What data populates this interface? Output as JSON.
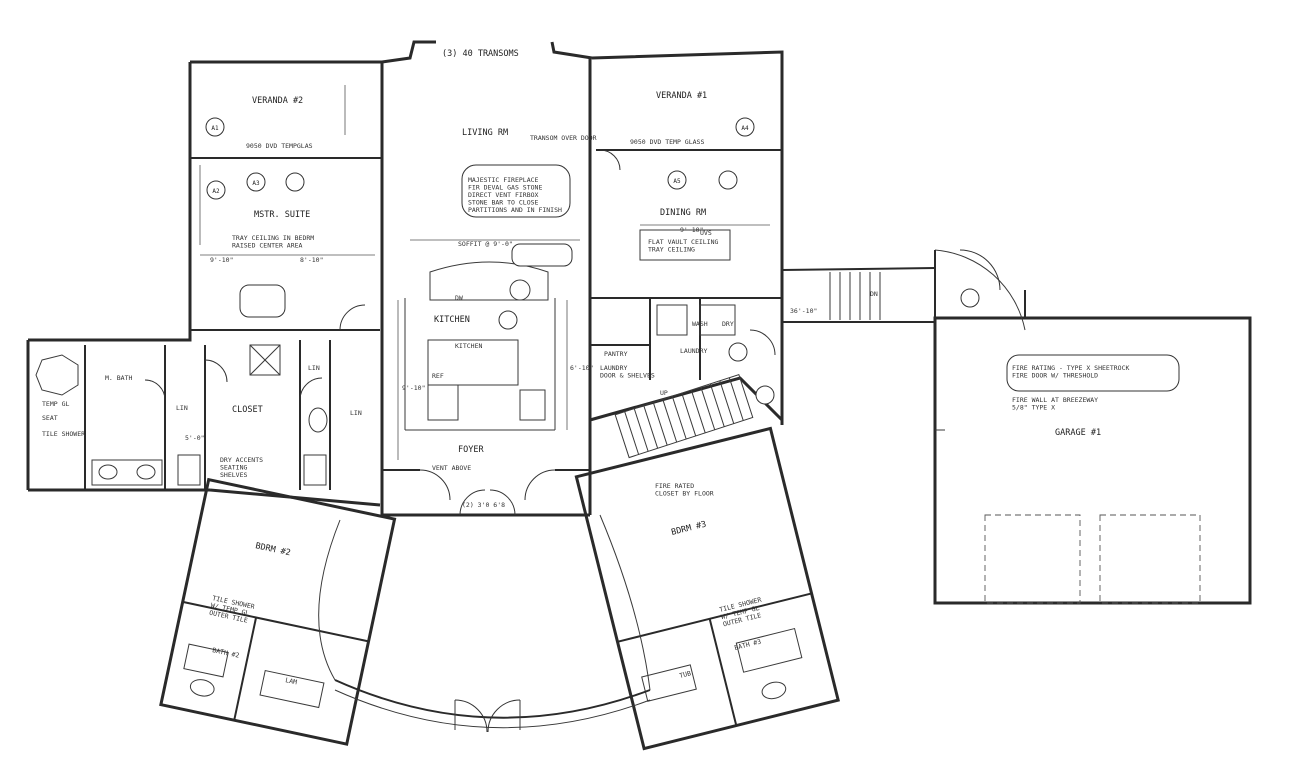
{
  "plan": {
    "rooms": {
      "living": "LIVING RM",
      "veranda1": "VERANDA #1",
      "veranda2": "VERANDA #2",
      "master_suite": "MSTR. SUITE",
      "dining": "DINING RM",
      "kitchen": "KITCHEN",
      "kitchen_area": "KITCHEN",
      "pantry": "PANTRY",
      "laundry": "LAUNDRY",
      "foyer": "FOYER",
      "master_bath": "M. BATH",
      "closet": "CLOSET",
      "garage": "GARAGE #1",
      "bdrm2": "BDRM #2",
      "bdrm3": "BDRM #3",
      "bath2": "BATH #2",
      "bath3": "BATH #3"
    },
    "labels": {
      "top_windows": "(3) 40 TRANSOMS",
      "soffit": "SOFFIT @ 9'-0\"",
      "vent_above": "VENT ABOVE",
      "double_door": "(2) 3'0 6'8",
      "lin1": "LIN",
      "lin2": "LIN",
      "lin3": "LIN",
      "dw": "DW",
      "ref": "REF",
      "wash": "WASH",
      "dry": "DRY",
      "dn": "DN",
      "up": "UP",
      "seat": "SEAT",
      "tile_shower": "TILE SHOWER",
      "temp_gl": "TEMP GL",
      "lam": "LAM",
      "tub": "TUB",
      "uvs": "UVS",
      "trans_over": "TRANSOM OVER DOOR"
    },
    "notes": {
      "veranda2_window": "9050 DVD TEMPGLAS",
      "veranda1_window": "9050 DVD TEMP GLASS",
      "fireplace": "MAJESTIC FIREPLACE\nFIR DEVAL GAS STONE\nDIRECT VENT FIRBOX\nSTONE BAR TO CLOSE\nPARTITIONS AND IN FINISH",
      "msuite_ceiling": "TRAY CEILING IN BEDRM\nRAISED CENTER AREA",
      "dining_ceiling": "FLAT VAULT CEILING\nTRAY CEILING",
      "garage_note": "FIRE RATING - TYPE X SHEETROCK\nFIRE DOOR W/ THRESHOLD",
      "garage_note2": "FIRE WALL AT BREEZEWAY\n5/8\" TYPE X",
      "tile_bath2": "TILE SHOWER\nW/ TEMP GL\nOUTER TILE",
      "tile_bath3": "TILE SHOWER\nW/ TEMP GL\nOUTER TILE",
      "bdrm3_closet": "FIRE RATED\nCLOSET BY FLOOR",
      "laundry_note": "LAUNDRY\nDOOR & SHELVES",
      "closet_note": "DRY ACCENTS\nSEATING\nSHELVES"
    },
    "dimensions": {
      "d1": "9'-10\"",
      "d2": "8'-10\"",
      "d3": "9'-10\"",
      "d4": "9'-10\"",
      "d5": "6'-10\"",
      "d6": "5'-0\"",
      "d7": "36'-10\""
    },
    "tags": [
      "A1",
      "A2",
      "A3",
      "A4",
      "A5"
    ]
  }
}
